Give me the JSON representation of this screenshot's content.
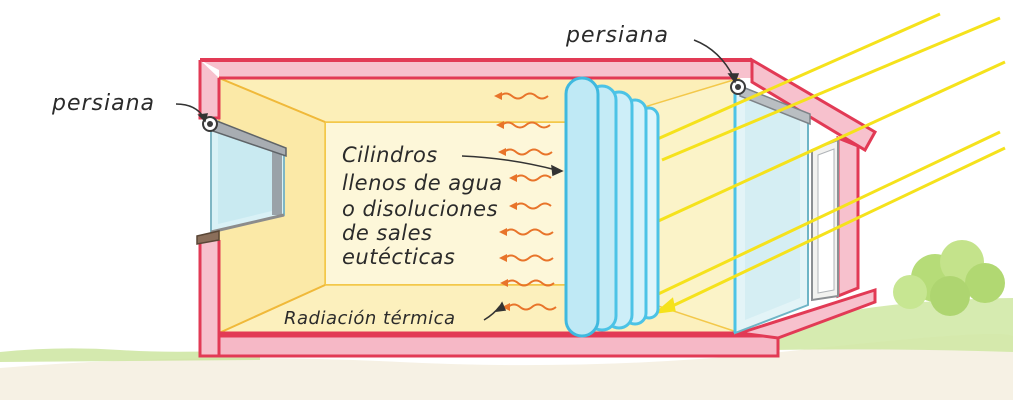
{
  "labels": {
    "shutter_left": "persiana",
    "shutter_right": "persiana",
    "cylinders_lines": [
      "Cilindros",
      "llenos de agua",
      "o disoluciones",
      "de sales",
      "eutécticas"
    ],
    "thermal_radiation": "Radiación térmica"
  },
  "colors": {
    "wall_red": "#e23a55",
    "wall_pink": "#f29bb0",
    "interior_yellow": "#fbf3c8",
    "interior_edge": "#f3c84a",
    "cylinder_blue": "#4cc3e6",
    "sun_ray": "#f5e21c",
    "heat_wave": "#e8742a",
    "grass": "#8fc84c"
  }
}
